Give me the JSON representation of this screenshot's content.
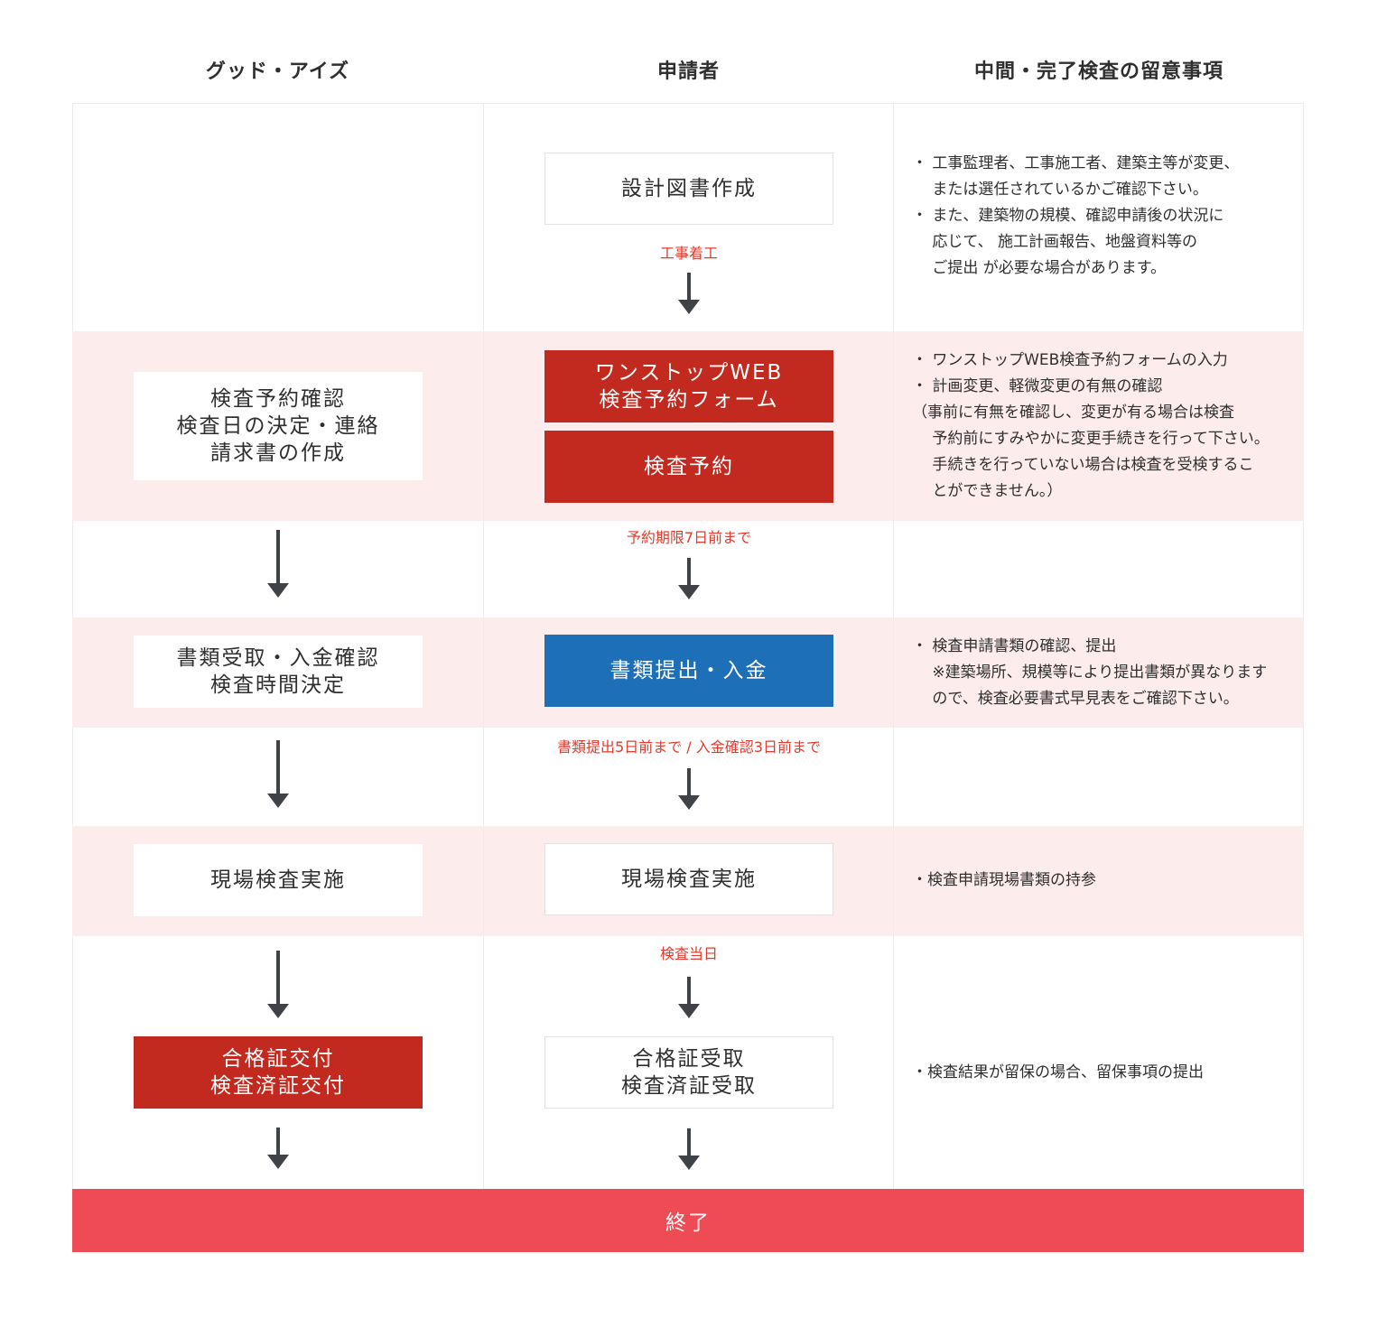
{
  "columns": {
    "col1": "グッド・アイズ",
    "col2": "申請者",
    "col3": "中間・完了検査の留意事項"
  },
  "steps": {
    "s1": "設計図書作成",
    "s2_form": "ワンストップWEB\n検査予約フォーム",
    "s2_reserve": "検査予約",
    "s2_left": "検査予約確認\n検査日の決定・連絡\n請求書の作成",
    "s3_right": "書類提出・入金",
    "s3_left": "書類受取・入金確認\n検査時間決定",
    "s4_right": "現場検査実施",
    "s4_left": "現場検査実施",
    "s5_right": "合格証受取\n検査済証受取",
    "s5_left": "合格証交付\n検査済証交付",
    "end": "終了"
  },
  "timing": {
    "t1": "工事着工",
    "t2": "予約期限7日前まで",
    "t3": "書類提出5日前まで / 入金確認3日前まで",
    "t4": "検査当日"
  },
  "notes": {
    "n1": [
      "・ 工事監理者、工事施工者、建築主等が変更、\n　 または選任されているかご確認下さい。",
      "・ また、建築物の規模、確認申請後の状況に\n　 応じて、 施工計画報告、地盤資料等の\n　 ご提出 が必要な場合があります。"
    ],
    "n2": [
      "・ ワンストップWEB検査予約フォームの入力",
      "・ 計画変更、軽微変更の有無の確認\n（事前に有無を確認し、変更が有る場合は検査\n　 予約前にすみやかに変更手続きを行って下さい。\n　 手続きを行っていない場合は検査を受検するこ\n　 とができません。）"
    ],
    "n3": [
      "・ 検査申請書類の確認、提出\n　 ※建築場所、規模等により提出書類が異なります\n　 ので、検査必要書式早見表をご確認下さい。"
    ],
    "n4": "・検査申請現場書類の持参",
    "n5": "・検査結果が留保の場合、留保事項の提出"
  },
  "colors": {
    "band": "#fdecec",
    "red_box": "#c22a1f",
    "blue_box": "#1d6fb8",
    "end_bar": "#ee4b55",
    "timing_text": "#e03b2e",
    "arrow": "#3f4347"
  }
}
